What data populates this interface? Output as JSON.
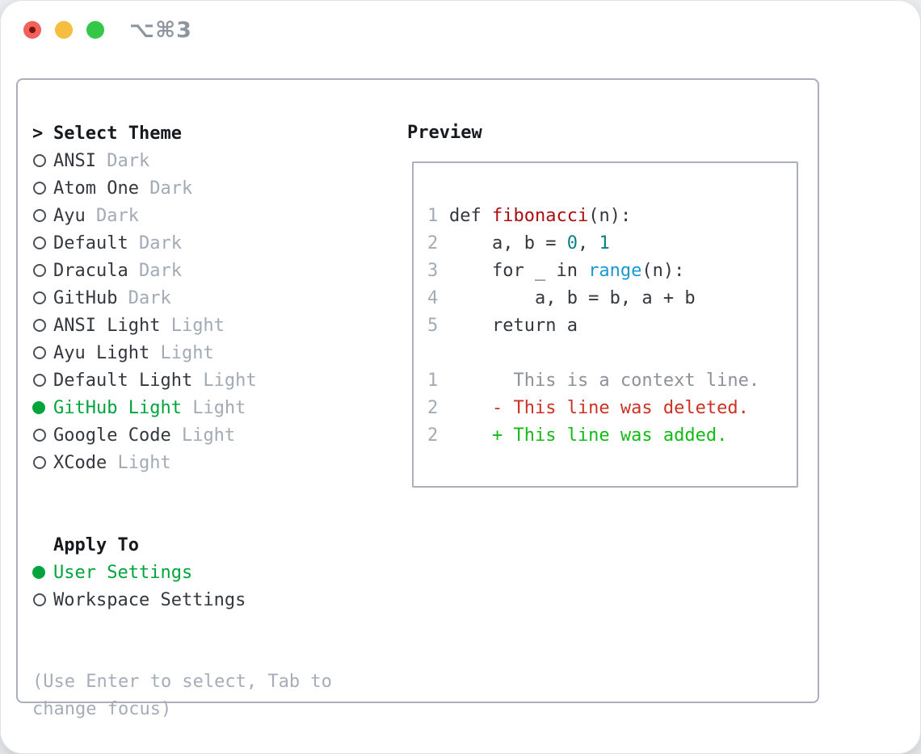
{
  "window": {
    "title": "⌥⌘3"
  },
  "titlebar_buttons": [
    {
      "name": "close",
      "color_key": "traffic_red",
      "has_unsaved_dot": true
    },
    {
      "name": "minimize",
      "color_key": "traffic_yellow",
      "has_unsaved_dot": false
    },
    {
      "name": "zoom",
      "color_key": "traffic_green",
      "has_unsaved_dot": false
    }
  ],
  "theme_picker": {
    "prompt": ">",
    "title": "Select Theme",
    "themes": [
      {
        "name": "ANSI",
        "tag": "Dark",
        "selected": false
      },
      {
        "name": "Atom One",
        "tag": "Dark",
        "selected": false
      },
      {
        "name": "Ayu",
        "tag": "Dark",
        "selected": false
      },
      {
        "name": "Default",
        "tag": "Dark",
        "selected": false
      },
      {
        "name": "Dracula",
        "tag": "Dark",
        "selected": false
      },
      {
        "name": "GitHub",
        "tag": "Dark",
        "selected": false
      },
      {
        "name": "ANSI Light",
        "tag": "Light",
        "selected": false
      },
      {
        "name": "Ayu Light",
        "tag": "Light",
        "selected": false
      },
      {
        "name": "Default Light",
        "tag": "Light",
        "selected": false
      },
      {
        "name": "GitHub Light",
        "tag": "Light",
        "selected": true
      },
      {
        "name": "Google Code",
        "tag": "Light",
        "selected": false
      },
      {
        "name": "XCode",
        "tag": "Light",
        "selected": false
      }
    ],
    "apply_to": {
      "title": "Apply To",
      "options": [
        {
          "label": "User Settings",
          "selected": true
        },
        {
          "label": "Workspace Settings",
          "selected": false
        }
      ]
    },
    "hint": "(Use Enter to select, Tab to change focus)"
  },
  "preview": {
    "title": "Preview",
    "lines": [
      {
        "num": "1",
        "segments": [
          {
            "t": "def ",
            "c": "code"
          },
          {
            "t": "fibonacci",
            "c": "func"
          },
          {
            "t": "(n):",
            "c": "code"
          }
        ]
      },
      {
        "num": "2",
        "segments": [
          {
            "t": "    a, b = ",
            "c": "code"
          },
          {
            "t": "0",
            "c": "num"
          },
          {
            "t": ", ",
            "c": "code"
          },
          {
            "t": "1",
            "c": "num"
          }
        ]
      },
      {
        "num": "3",
        "segments": [
          {
            "t": "    for _ in ",
            "c": "code"
          },
          {
            "t": "range",
            "c": "call"
          },
          {
            "t": "(n):",
            "c": "code"
          }
        ]
      },
      {
        "num": "4",
        "segments": [
          {
            "t": "        a, b = b, a + b",
            "c": "code"
          }
        ]
      },
      {
        "num": "5",
        "segments": [
          {
            "t": "    return a",
            "c": "code"
          }
        ]
      },
      {
        "num": "",
        "segments": []
      },
      {
        "num": "1",
        "segments": [
          {
            "t": "      This is a context line.",
            "c": "context"
          }
        ]
      },
      {
        "num": "2",
        "segments": [
          {
            "t": "    - This line was deleted.",
            "c": "deleted"
          }
        ]
      },
      {
        "num": "2",
        "segments": [
          {
            "t": "    + This line was added.",
            "c": "added"
          }
        ]
      }
    ]
  },
  "colors": {
    "accent_green": "#00a43c",
    "added_green": "#12bb16",
    "deleted_red": "#cc3222",
    "func_red": "#ab0d0e",
    "number_teal": "#0e7f84",
    "call_blue": "#1a97d4",
    "text_dark": "#33383f",
    "heading": "#16191d",
    "tag_gray": "#a2aab6",
    "hint_gray": "#a6adb8",
    "context_gray": "#8d9199",
    "line_number": "#a2aab6",
    "border": "#a9b0ba",
    "title_gray": "#8e959e",
    "traffic_red": "#f2615c",
    "traffic_red_dot": "#7a140a",
    "traffic_yellow": "#f6bd3e",
    "traffic_green": "#34c748"
  }
}
